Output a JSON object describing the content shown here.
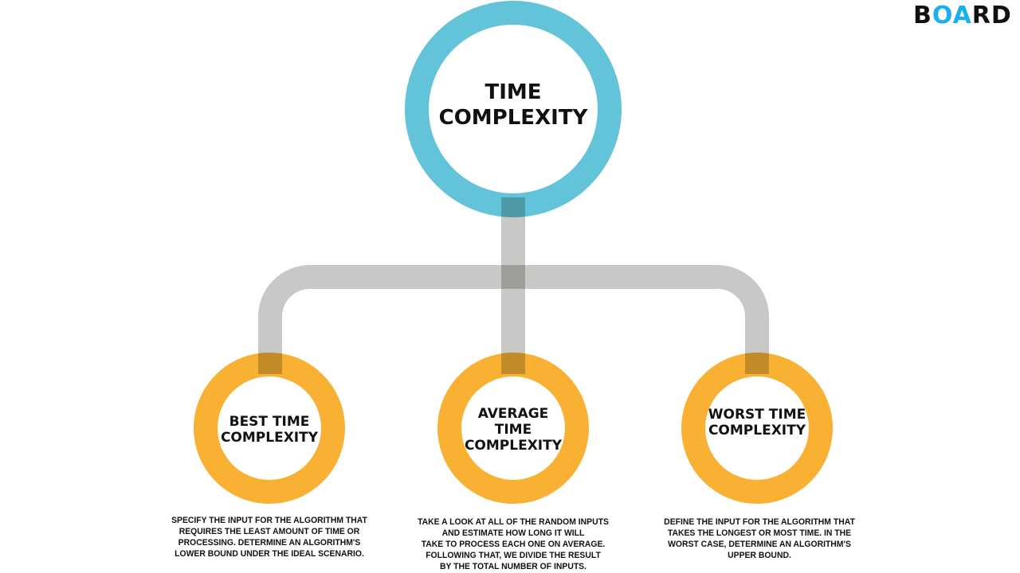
{
  "logo": {
    "text": "BOARD",
    "prefix": "B",
    "middle": "OA",
    "suffix": "RD"
  },
  "colors": {
    "top_ring": "#62c3d9",
    "bottom_rings": "#f8b133",
    "connector": "#c8c8c6",
    "logo_accent": "#1ab0ef"
  },
  "root": {
    "title_line1": "TIME",
    "title_line2": "COMPLEXITY"
  },
  "children": [
    {
      "title_line1": "BEST TIME",
      "title_line2": "COMPLEXITY",
      "title_line3": "",
      "description": [
        "SPECIFY THE INPUT FOR THE ALGORITHM THAT",
        "REQUIRES THE LEAST AMOUNT OF TIME OR",
        "PROCESSING. DETERMINE AN ALGORITHM'S",
        "LOWER BOUND UNDER THE IDEAL SCENARIO."
      ]
    },
    {
      "title_line1": "AVERAGE",
      "title_line2": "TIME",
      "title_line3": "COMPLEXITY",
      "description": [
        "TAKE A LOOK AT ALL OF THE RANDOM INPUTS",
        "AND ESTIMATE HOW LONG IT WILL",
        "TAKE TO PROCESS EACH ONE ON AVERAGE.",
        "FOLLOWING THAT, WE DIVIDE THE RESULT",
        "BY THE TOTAL NUMBER OF INPUTS."
      ]
    },
    {
      "title_line1": "WORST TIME",
      "title_line2": "COMPLEXITY",
      "title_line3": "",
      "description": [
        "DEFINE THE INPUT FOR THE ALGORITHM THAT",
        "TAKES THE LONGEST OR MOST TIME. IN THE",
        "WORST CASE, DETERMINE AN ALGORITHM'S",
        "UPPER BOUND."
      ]
    }
  ]
}
